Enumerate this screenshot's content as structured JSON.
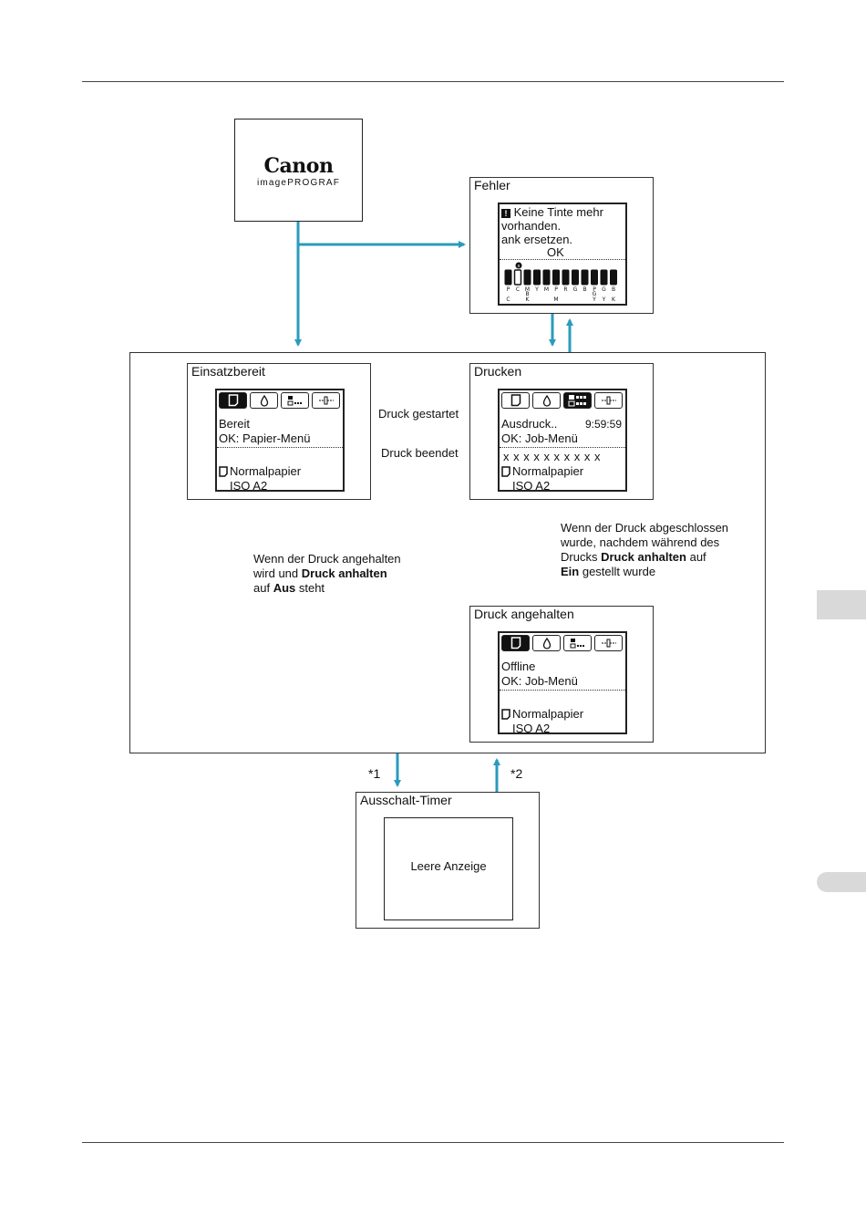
{
  "logo": {
    "brand": "Canon",
    "product": "imagePROGRAF"
  },
  "colors": {
    "arrow": "#2a9bbd",
    "side_tab": "#d9d9d9"
  },
  "error_box": {
    "title": "Fehler",
    "lines": [
      "Keine Tinte mehr",
      "vorhanden.",
      "ank ersetzen."
    ],
    "ok": "OK",
    "ink_labels_top": [
      "P",
      "C",
      "M",
      "Y",
      "M",
      "P",
      "R",
      "G",
      "B",
      "P",
      "G",
      "B"
    ],
    "ink_labels_mid": [
      "",
      "",
      "B",
      "",
      "",
      "",
      "",
      "",
      "",
      "G",
      "",
      ""
    ],
    "ink_labels_bottom": [
      "C",
      "",
      "K",
      "",
      "",
      "M",
      "",
      "",
      "",
      "Y",
      "Y",
      "K"
    ]
  },
  "ready_box": {
    "title": "Einsatzbereit",
    "line1": "Bereit",
    "line2": "OK: Papier-Menü",
    "paper": "Normalpapier",
    "size": "ISO A2"
  },
  "printing_box": {
    "title": "Drucken",
    "line1": "Ausdruck..",
    "time": "9:59:59",
    "line2": "OK: Job-Menü",
    "job": "x x x x x x x x x x",
    "paper": "Normalpapier",
    "size": "ISO A2"
  },
  "paused_box": {
    "title": "Druck angehalten",
    "line1": "Offline",
    "line2": "OK: Job-Menü",
    "paper": "Normalpapier",
    "size": "ISO A2"
  },
  "timer_box": {
    "title": "Ausschalt-Timer",
    "screen": "Leere Anzeige"
  },
  "labels": {
    "print_started": "Druck gestartet",
    "print_ended": "Druck beendet",
    "paused_note_1a": "Wenn der Druck angehalten",
    "paused_note_2a": "wird und ",
    "paused_note_2b": "Druck anhalten",
    "paused_note_3a": "auf ",
    "paused_note_3b": "Aus",
    "paused_note_3c": " steht",
    "finished_note_1": "Wenn der Druck abgeschlossen",
    "finished_note_2": "wurde, nachdem während des",
    "finished_note_3a": "Drucks ",
    "finished_note_3b": "Druck anhalten",
    "finished_note_3c": " auf",
    "finished_note_4a": "Ein",
    "finished_note_4b": " gestellt wurde",
    "note1": "*1",
    "note2": "*2"
  }
}
